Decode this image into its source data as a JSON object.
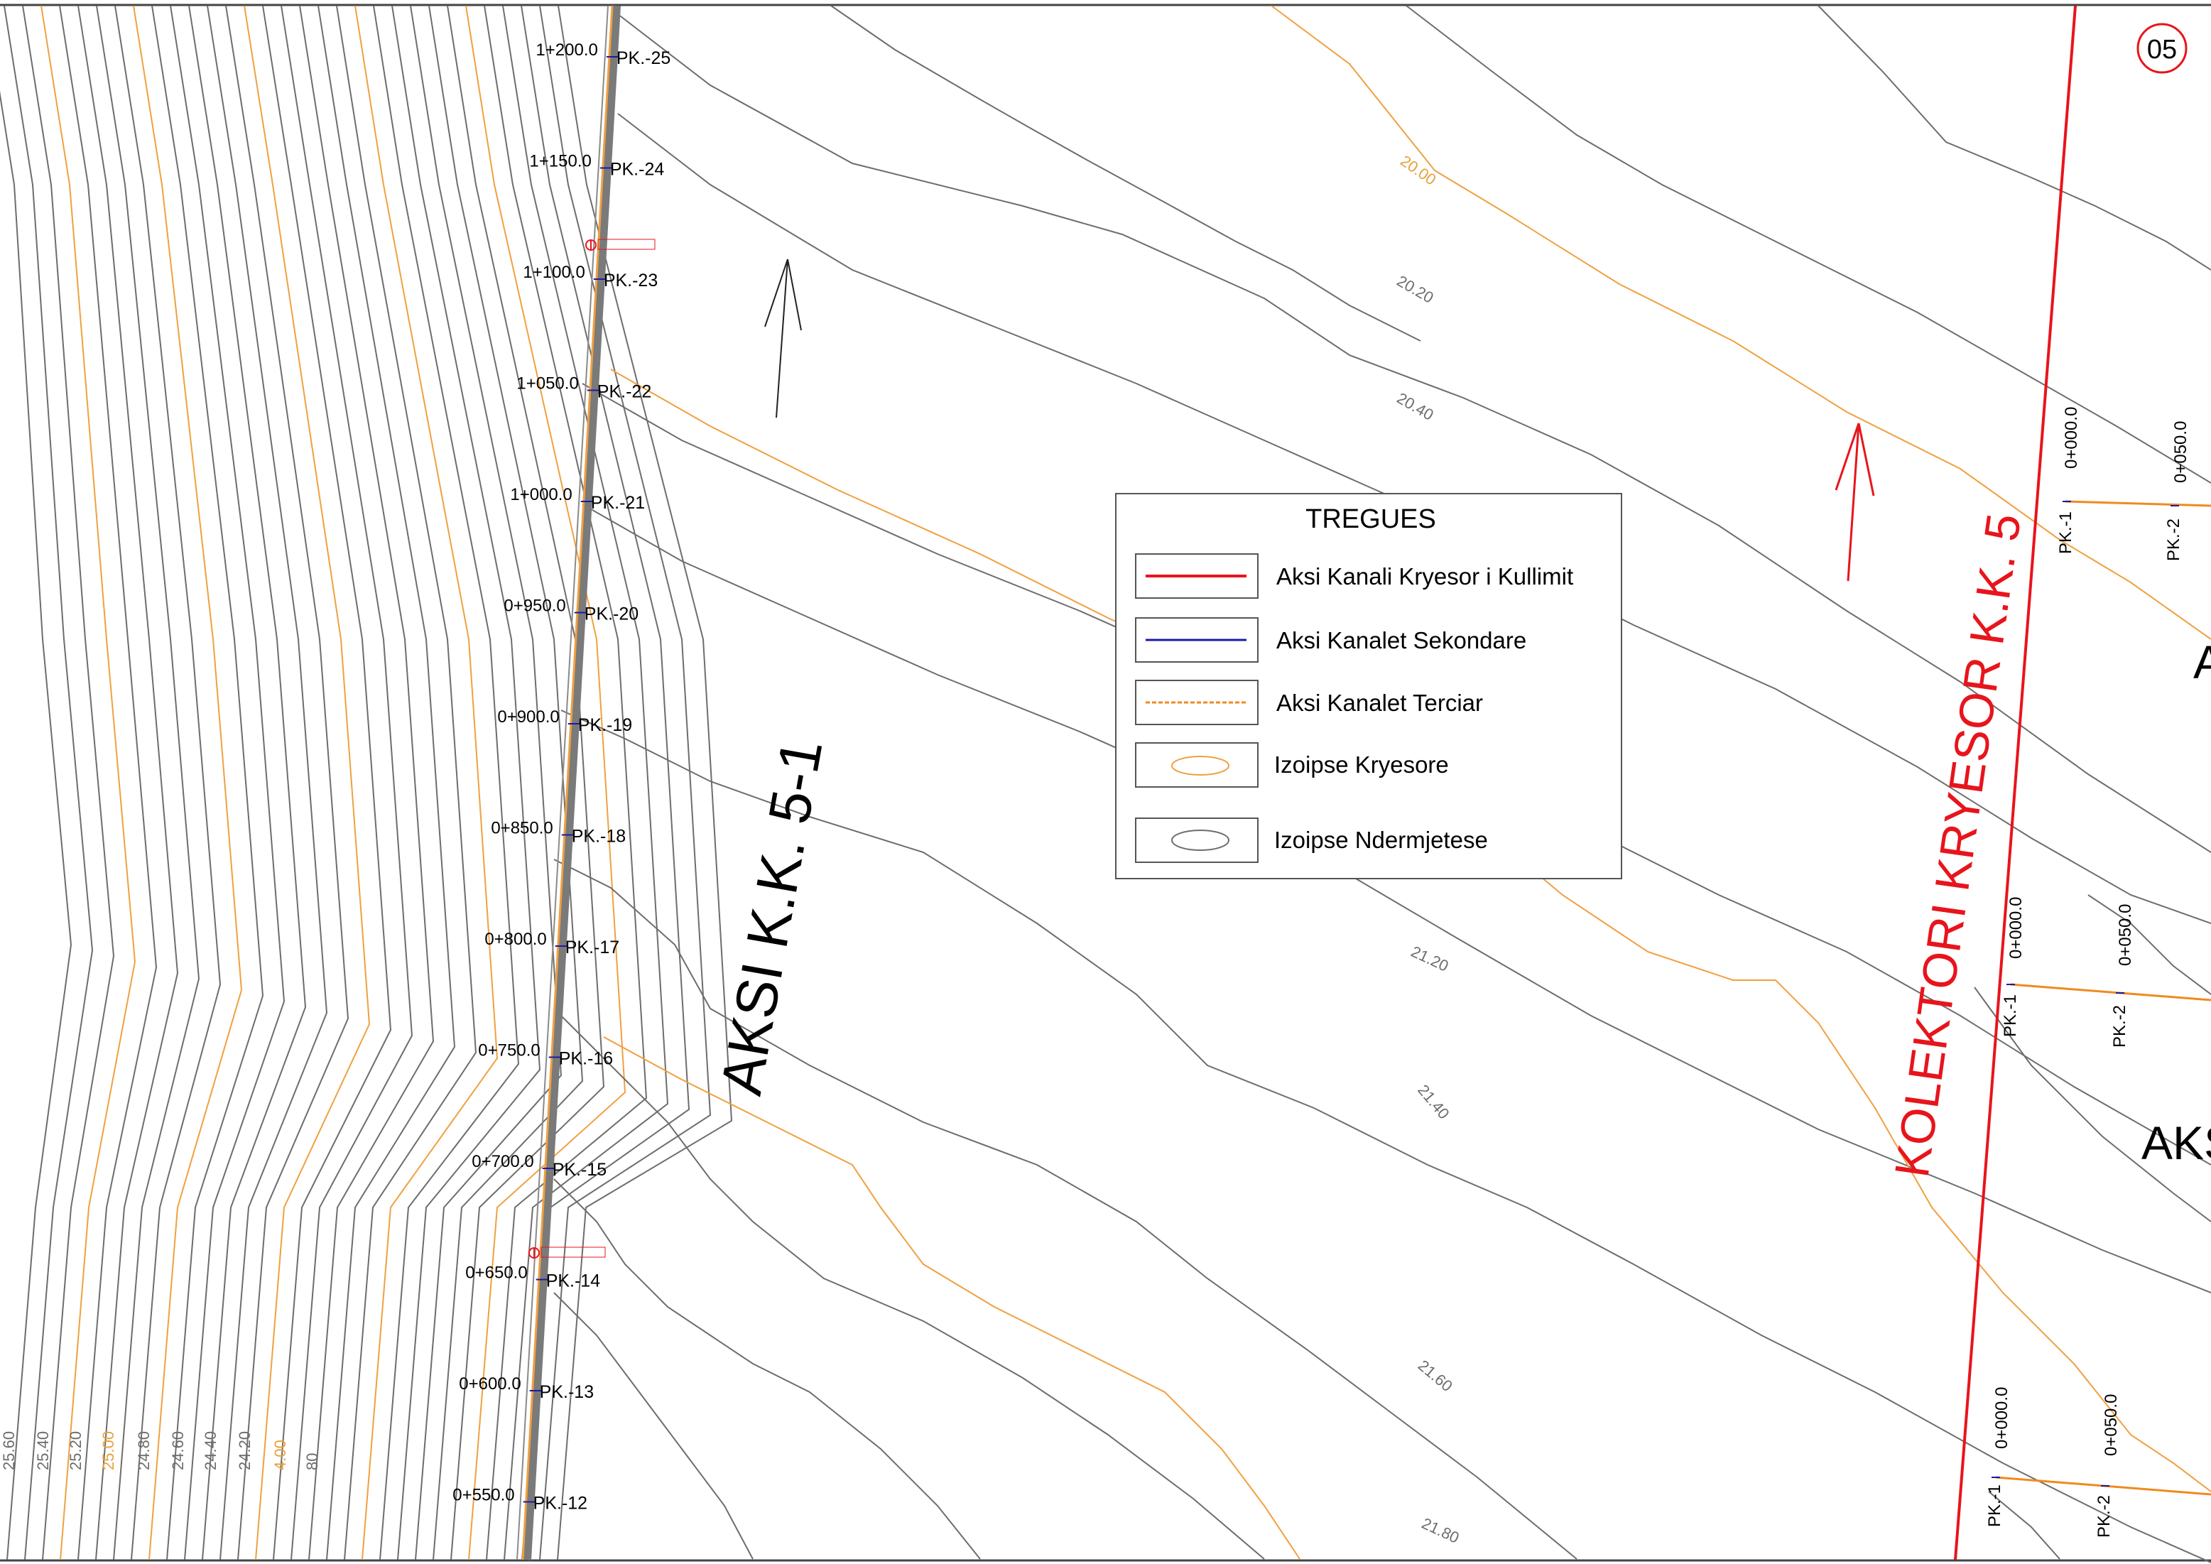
{
  "sheet_number": "05",
  "legend": {
    "title": "TREGUES",
    "items": [
      {
        "label": "Aksi Kanali Kryesor i Kullimit",
        "swatch": "red-line"
      },
      {
        "label": "Aksi Kanalet Sekondare",
        "swatch": "blue-line"
      },
      {
        "label": "Aksi Kanalet  Terciar",
        "swatch": "orange-dashed-line"
      },
      {
        "label": "Izoipse Kryesore",
        "swatch": "orange-ellipse"
      },
      {
        "label": "Izoipse Ndermjetese",
        "swatch": "grey-ellipse"
      }
    ]
  },
  "labels": {
    "axis_main": "AKSI K.K. 5-1",
    "collector": "KOLEKTORI  KRYESOR  K.K. 5",
    "right_partial_1": "A",
    "right_partial_2": "AKS"
  },
  "stations": [
    {
      "ch": "1+200.0",
      "pk": "PK.-25"
    },
    {
      "ch": "1+150.0",
      "pk": "PK.-24"
    },
    {
      "ch": "1+100.0",
      "pk": "PK.-23"
    },
    {
      "ch": "1+050.0",
      "pk": "PK.-22"
    },
    {
      "ch": "1+000.0",
      "pk": "PK.-21"
    },
    {
      "ch": "0+950.0",
      "pk": "PK.-20"
    },
    {
      "ch": "0+900.0",
      "pk": "PK.-19"
    },
    {
      "ch": "0+850.0",
      "pk": "PK.-18"
    },
    {
      "ch": "0+800.0",
      "pk": "PK.-17"
    },
    {
      "ch": "0+750.0",
      "pk": "PK.-16"
    },
    {
      "ch": "0+700.0",
      "pk": "PK.-15"
    },
    {
      "ch": "0+650.0",
      "pk": "PK.-14"
    },
    {
      "ch": "0+600.0",
      "pk": "PK.-13"
    },
    {
      "ch": "0+550.0",
      "pk": "PK.-12"
    }
  ],
  "right_contour_labels": [
    "20.00",
    "20.20",
    "20.40",
    "21.20",
    "21.40",
    "21.60",
    "21.80"
  ],
  "left_contour_labels": [
    "25.60",
    "25.40",
    "25.20",
    "25.00",
    "24.80",
    "24.60",
    "24.40",
    "24.20",
    "4.00",
    "80"
  ],
  "branches": [
    {
      "ch1": "0+000.0",
      "ch2": "0+050.0",
      "pk1": "PK.-1",
      "pk2": "PK.-2"
    },
    {
      "ch1": "0+000.0",
      "ch2": "0+050.0",
      "pk1": "PK.-1",
      "pk2": "PK.-2"
    },
    {
      "ch1": "0+000.0",
      "ch2": "0+050.0",
      "pk1": "PK.-1",
      "pk2": "PK.-2"
    }
  ],
  "colors": {
    "main_canal": "#e8141c",
    "secondary_canal": "#1a1aa8",
    "tertiary_canal": "#f08a1e",
    "major_contour": "#f0a040",
    "minor_contour": "#6d6d6d"
  }
}
